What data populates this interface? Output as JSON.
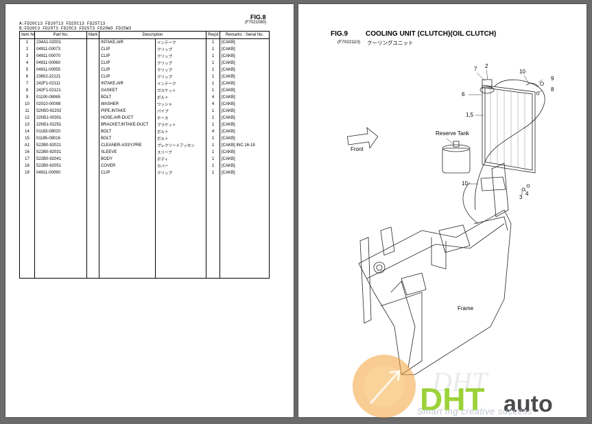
{
  "left_page": {
    "fig_label": "FIG.8",
    "fig_code": "(F7021080)",
    "models": {
      "line_a": "A:FD20C13  FD20T13  FD25C13  FD25T13",
      "line_b": "B:FD20C3  FD20T3  FD25C3  FD25T3  FD20W3  FD25W3"
    },
    "table": {
      "headers": {
        "item_no": "Item No.",
        "part_no": "Part No.",
        "mark": "Mark",
        "description": "Description",
        "reqd": "Req'd",
        "remarks": "Remarks : Serial No."
      },
      "rows": [
        {
          "item": "1",
          "part": "234A1-02001",
          "desc": "INTAKE,AIR",
          "jp": "インテーク",
          "qty": "1",
          "remarks": "[CAKB]"
        },
        {
          "item": "2",
          "part": "04911-00073",
          "desc": "CLIP",
          "jp": "クリップ",
          "qty": "1",
          "remarks": "[CAKB]"
        },
        {
          "item": "3",
          "part": "04911-00070",
          "desc": "CLIP",
          "jp": "クリップ",
          "qty": "1",
          "remarks": "[CAKB]"
        },
        {
          "item": "4",
          "part": "04911-00060",
          "desc": "CLIP",
          "jp": "クリップ",
          "qty": "1",
          "remarks": "[CAKB]"
        },
        {
          "item": "5",
          "part": "04911-00055",
          "desc": "CLIP",
          "jp": "クリップ",
          "qty": "1",
          "remarks": "[CAKB]"
        },
        {
          "item": "6",
          "part": "23652-22121",
          "desc": "CLIP",
          "jp": "クリップ",
          "qty": "1",
          "remarks": "[CAKB]"
        },
        {
          "item": "7",
          "part": "242F1-02111",
          "desc": "INTAKE,AIR",
          "jp": "インテーク",
          "qty": "1",
          "remarks": "[CAKB]"
        },
        {
          "item": "8",
          "part": "242F1-02121",
          "desc": "GASKET",
          "jp": "ガスケット",
          "qty": "1",
          "remarks": "[CAKB]"
        },
        {
          "item": "9",
          "part": "01100-08065",
          "desc": "BOLT",
          "jp": "ボルト",
          "qty": "4",
          "remarks": "[CAKB]"
        },
        {
          "item": "10",
          "part": "02010-00008",
          "desc": "WASHER",
          "jp": "ワッシャ",
          "qty": "4",
          "remarks": "[CAKB]"
        },
        {
          "item": "11",
          "part": "52N50-92202",
          "desc": "PIPE,INTAKE",
          "jp": "パイプ",
          "qty": "1",
          "remarks": "[CAKB]"
        },
        {
          "item": "12",
          "part": "22N51-00301",
          "desc": "HOSE,AIR-DUCT",
          "jp": "ホース",
          "qty": "1",
          "remarks": "[CAKB]"
        },
        {
          "item": "13",
          "part": "22N51-02251",
          "desc": "BRACKET,INTAKE-DUCT",
          "jp": "ブラケット",
          "qty": "1",
          "remarks": "[CAKB]"
        },
        {
          "item": "14",
          "part": "01183-08020",
          "desc": "BOLT",
          "jp": "ボルト",
          "qty": "4",
          "remarks": "[CAKB]"
        },
        {
          "item": "15",
          "part": "01185-08016",
          "desc": "BOLT",
          "jp": "ボルト",
          "qty": "1",
          "remarks": "[CAKB]"
        },
        {
          "item": "A1",
          "part": "522B0-92021",
          "desc": "CLEANER-ASSY,PRE",
          "jp": "プレクリーナアッセン",
          "qty": "1",
          "remarks": "[CAKB] INC.16-18"
        },
        {
          "item": "16",
          "part": "522B0-92031",
          "desc": "SLEEVE",
          "jp": "スリーブ",
          "qty": "1",
          "remarks": "[CAKB]"
        },
        {
          "item": "17",
          "part": "522B0-92041",
          "desc": "BODY",
          "jp": "ボディ",
          "qty": "1",
          "remarks": "[CAKB]"
        },
        {
          "item": "18",
          "part": "522B0-92051",
          "desc": "COVER",
          "jp": "カバー",
          "qty": "1",
          "remarks": "[CAKB]"
        },
        {
          "item": "19",
          "part": "04911-00090",
          "desc": "CLIP",
          "jp": "クリップ",
          "qty": "1",
          "remarks": "[CAKB]"
        }
      ]
    }
  },
  "right_page": {
    "fig_label": "FIG.9",
    "title": "COOLING UNIT (CLUTCH)(OIL CLUTCH)",
    "fig_code": "(F7022110)",
    "jp_title": "クーリングユニット",
    "labels": {
      "reserve_tank": "Reserve Tank",
      "front": "Front",
      "frame": "Frame"
    },
    "callouts": [
      "7",
      "2",
      "10",
      "9",
      "8",
      "6",
      "1,5",
      "10",
      "4",
      "3"
    ]
  },
  "watermark": {
    "brand_a": "DHT",
    "brand_b": "auto",
    "tagline": "Smart ing creative success"
  },
  "colors": {
    "background": "#6b6b6b",
    "watermark_green": "#9cd23a",
    "watermark_orange": "#f2a23a"
  }
}
